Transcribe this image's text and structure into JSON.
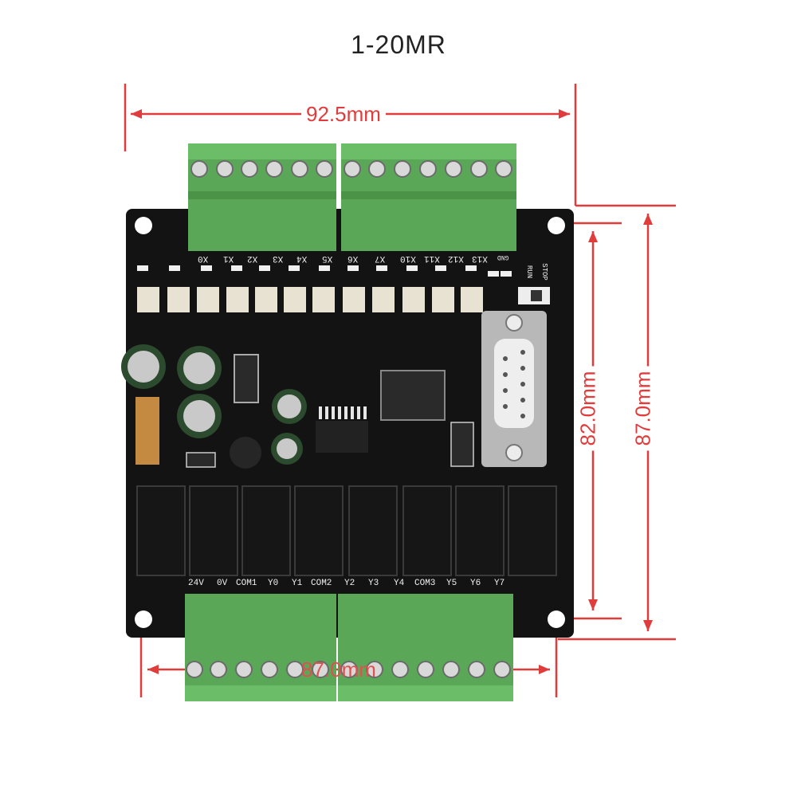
{
  "title": "1-20MR",
  "dimensions": {
    "width_top": "92.5mm",
    "height_inner": "82.0mm",
    "height_outer": "87.0mm",
    "width_bottom": "87.0mm"
  },
  "input_labels": [
    "X0",
    "X1",
    "X2",
    "X3",
    "X4",
    "X5",
    "X6",
    "X7",
    "X10",
    "X11",
    "X12",
    "X13",
    "GND"
  ],
  "output_labels": [
    "24V",
    "0V",
    "COM1",
    "Y0",
    "Y1",
    "COM2",
    "Y2",
    "Y3",
    "Y4",
    "COM3",
    "Y5",
    "Y6",
    "Y7"
  ],
  "switch_labels": [
    "RUN",
    "STOP"
  ]
}
